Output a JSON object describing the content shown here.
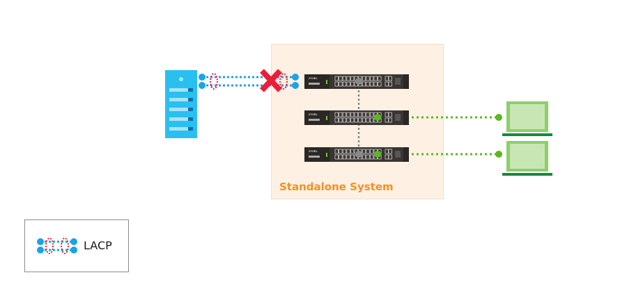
{
  "diagram": {
    "group_label": "Standalone System",
    "legend": {
      "label": "LACP",
      "icon": "lacp-link-icon"
    },
    "nodes": [
      {
        "id": "server",
        "type": "server-icon"
      },
      {
        "id": "switch-1",
        "type": "switch-icon",
        "brand": "ZYXEL"
      },
      {
        "id": "switch-2",
        "type": "switch-icon",
        "brand": "ZYXEL"
      },
      {
        "id": "switch-3",
        "type": "switch-icon",
        "brand": "ZYXEL"
      },
      {
        "id": "laptop-1",
        "type": "laptop-icon"
      },
      {
        "id": "laptop-2",
        "type": "laptop-icon"
      }
    ],
    "links": [
      {
        "from": "server",
        "to": "switch-1",
        "type": "LACP",
        "status": "failed",
        "marker": "red-x-icon"
      },
      {
        "from": "switch-1",
        "to": "switch-2",
        "type": "stacking"
      },
      {
        "from": "switch-2",
        "to": "switch-3",
        "type": "stacking"
      },
      {
        "from": "switch-2",
        "to": "laptop-1",
        "type": "ethernet"
      },
      {
        "from": "switch-3",
        "to": "laptop-2",
        "type": "ethernet"
      }
    ],
    "colors": {
      "group_fill": "#fef1e3",
      "group_label": "#f7901e",
      "lacp_link": "#1aa3e8",
      "lacp_bundle": "#e8202f",
      "failure_x": "#ed1c3a",
      "ethernet_link": "#5cb81e",
      "stack_link": "#8a8a8a",
      "server": "#29c0f0",
      "laptop": "#8fce6b"
    }
  }
}
